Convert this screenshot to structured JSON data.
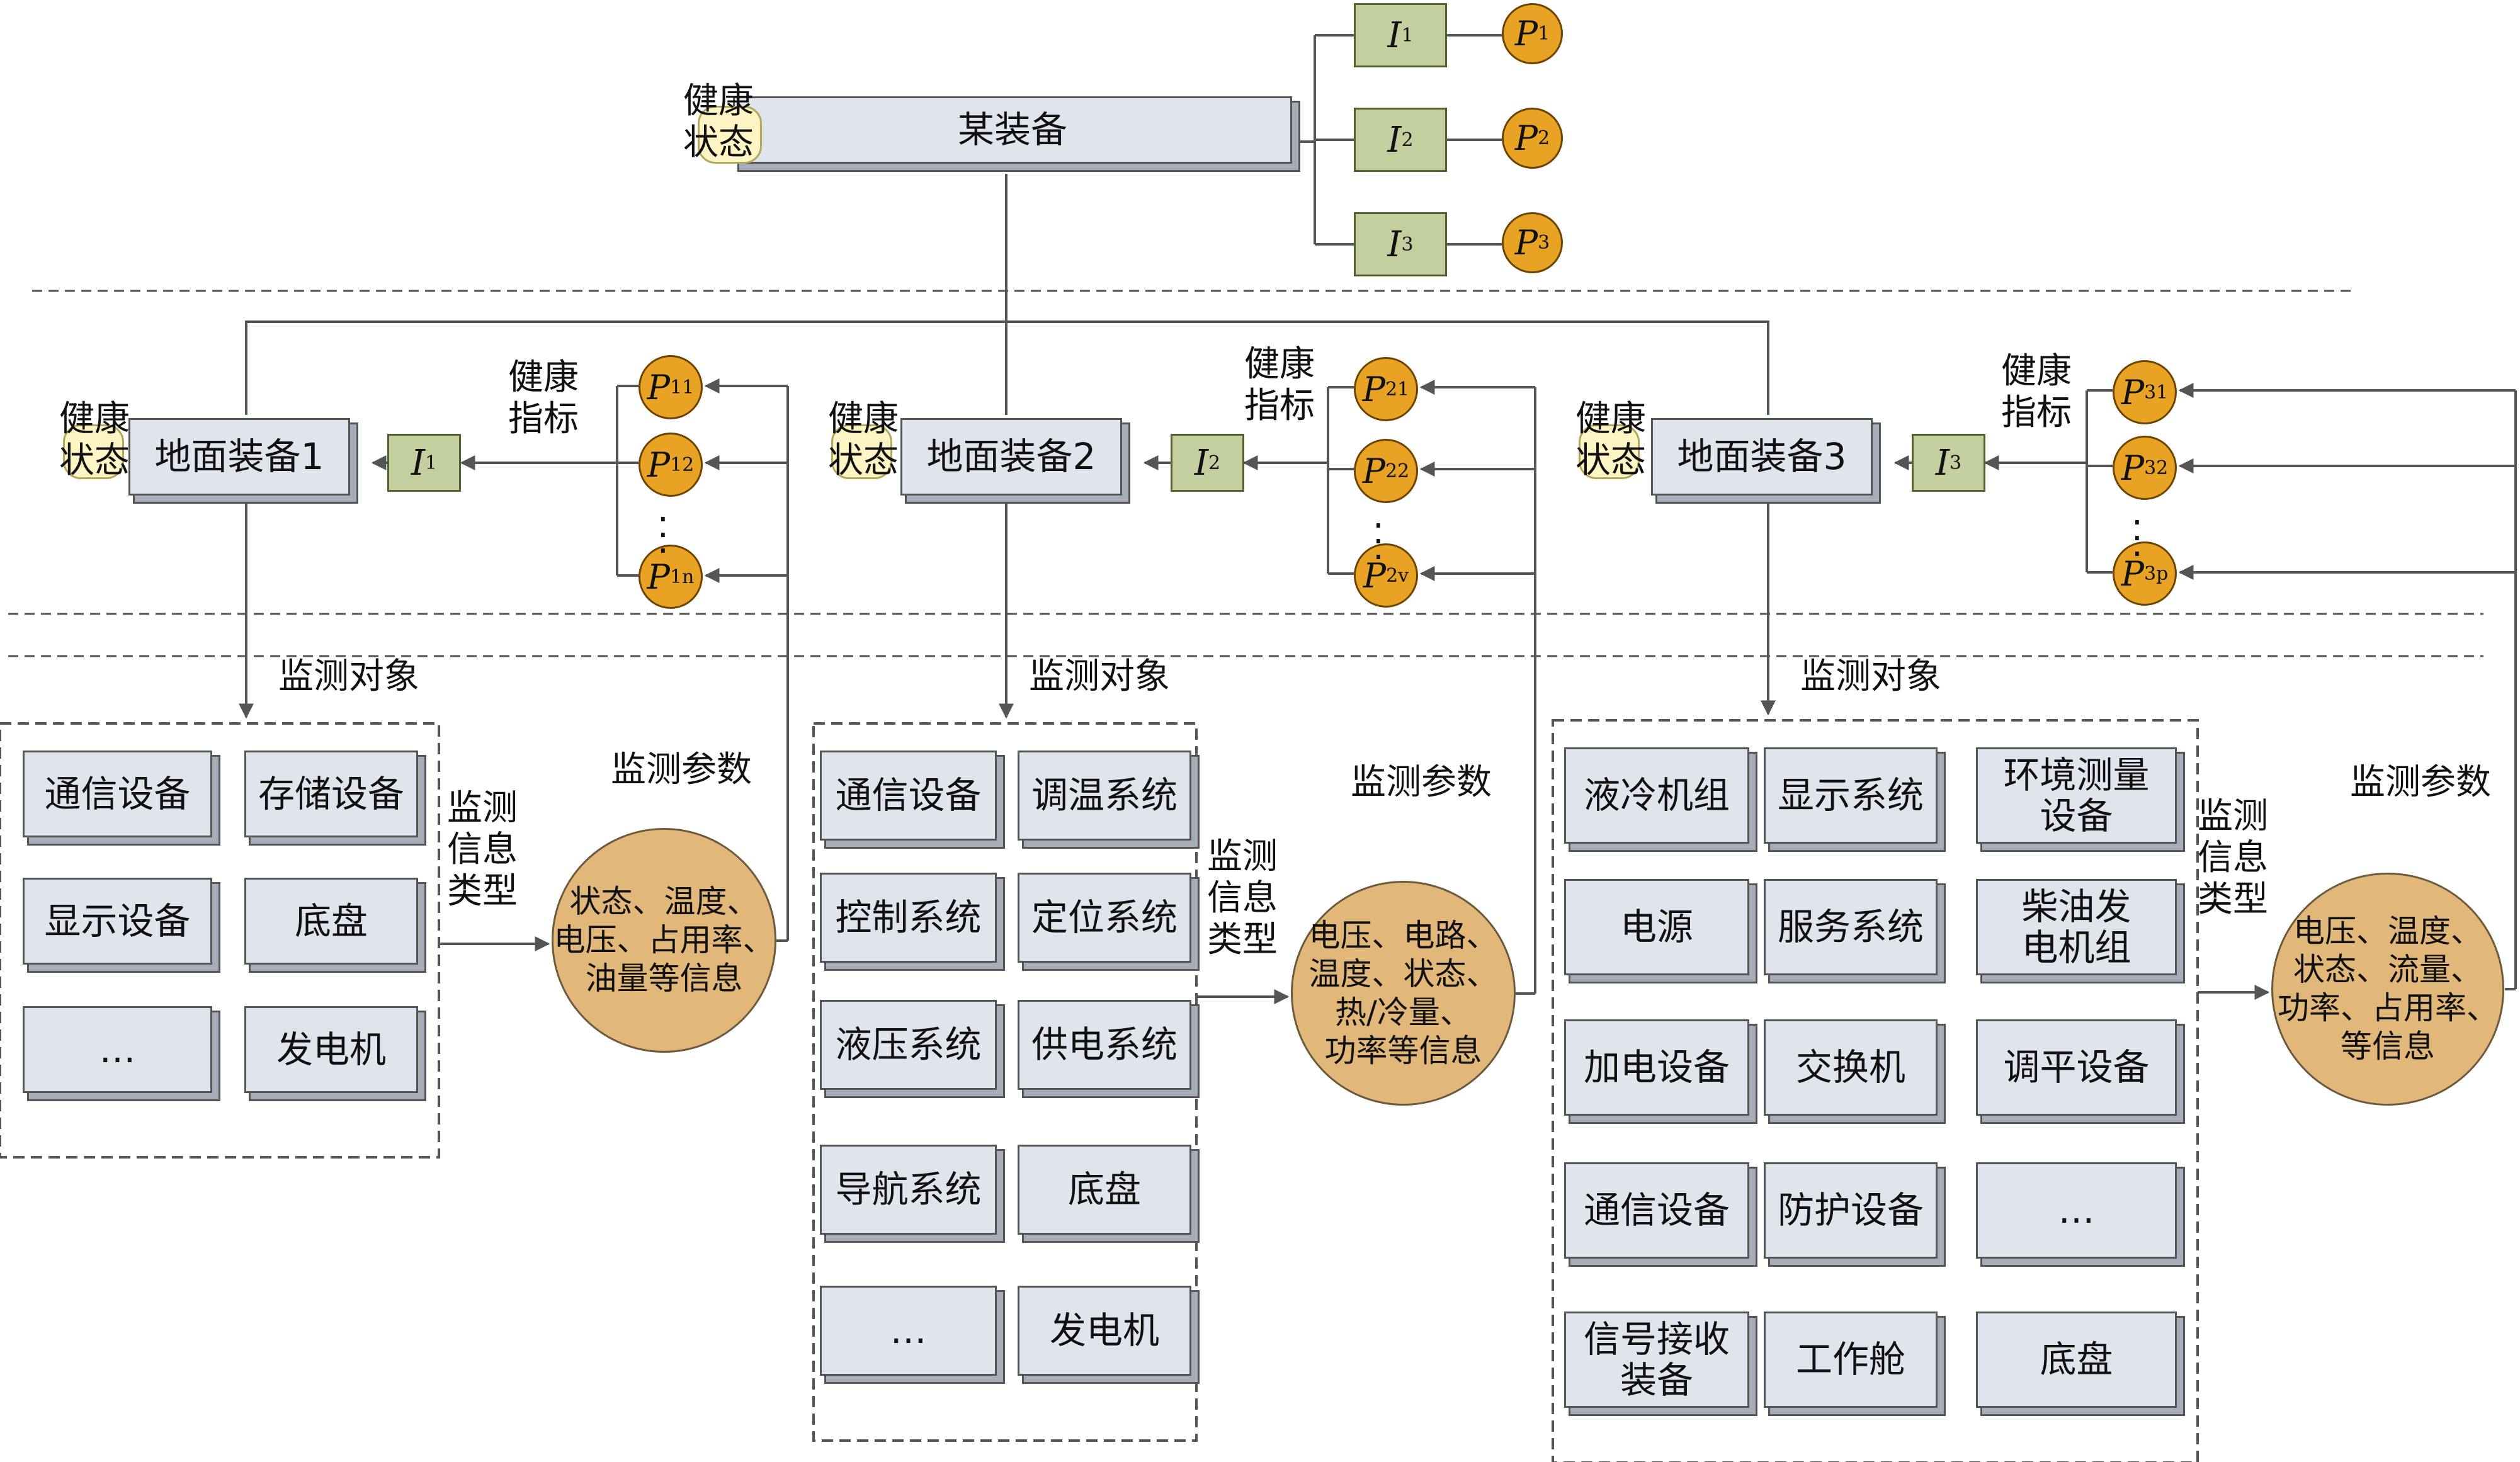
{
  "top": {
    "equipment_label": "某装备",
    "health_state_label": "健康\n状态",
    "indicators": [
      {
        "sym": "I",
        "sub": "1"
      },
      {
        "sym": "I",
        "sub": "2"
      },
      {
        "sym": "I",
        "sub": "3"
      }
    ],
    "params": [
      {
        "sym": "P",
        "sub": "1"
      },
      {
        "sym": "P",
        "sub": "2"
      },
      {
        "sym": "P",
        "sub": "3"
      }
    ]
  },
  "ground": [
    {
      "name": "地面装备1",
      "health_state": "健康\n状态",
      "health_indicator_label": "健康\n指标",
      "indicator": {
        "sym": "I",
        "sub": "1"
      },
      "params": [
        {
          "sym": "P",
          "sub": "11"
        },
        {
          "sym": "P",
          "sub": "12"
        },
        {
          "sym": "P",
          "sub": "1n"
        }
      ],
      "monitor_object_label": "监测对象",
      "monitor_param_label": "监测参数",
      "info_type_label": "监测\n信息\n类型",
      "info": "状态、温度、\n电压、占用率、\n油量等信息",
      "objects": [
        "通信设备",
        "存储设备",
        "显示设备",
        "底盘",
        "…",
        "发电机"
      ]
    },
    {
      "name": "地面装备2",
      "health_state": "健康\n状态",
      "health_indicator_label": "健康\n指标",
      "indicator": {
        "sym": "I",
        "sub": "2"
      },
      "params": [
        {
          "sym": "P",
          "sub": "21"
        },
        {
          "sym": "P",
          "sub": "22"
        },
        {
          "sym": "P",
          "sub": "2v"
        }
      ],
      "monitor_object_label": "监测对象",
      "monitor_param_label": "监测参数",
      "info_type_label": "监测\n信息\n类型",
      "info": "电压、电路、\n温度、状态、\n热/冷量、\n功率等信息",
      "objects": [
        "通信设备",
        "调温系统",
        "控制系统",
        "定位系统",
        "液压系统",
        "供电系统",
        "导航系统",
        "底盘",
        "…",
        "发电机"
      ]
    },
    {
      "name": "地面装备3",
      "health_state": "健康\n状态",
      "health_indicator_label": "健康\n指标",
      "indicator": {
        "sym": "I",
        "sub": "3"
      },
      "params": [
        {
          "sym": "P",
          "sub": "31"
        },
        {
          "sym": "P",
          "sub": "32"
        },
        {
          "sym": "P",
          "sub": "3p"
        }
      ],
      "monitor_object_label": "监测对象",
      "monitor_param_label": "监测参数",
      "info_type_label": "监测\n信息\n类型",
      "info": "电压、温度、\n状态、流量、\n功率、占用率、\n等信息",
      "objects": [
        "液冷机组",
        "显示系统",
        "环境测量\n设备",
        "电源",
        "服务系统",
        "柴油发\n电机组",
        "加电设备",
        "交换机",
        "调平设备",
        "通信设备",
        "防护设备",
        "…",
        "信号接收\n装备",
        "工作舱",
        "底盘"
      ]
    }
  ]
}
